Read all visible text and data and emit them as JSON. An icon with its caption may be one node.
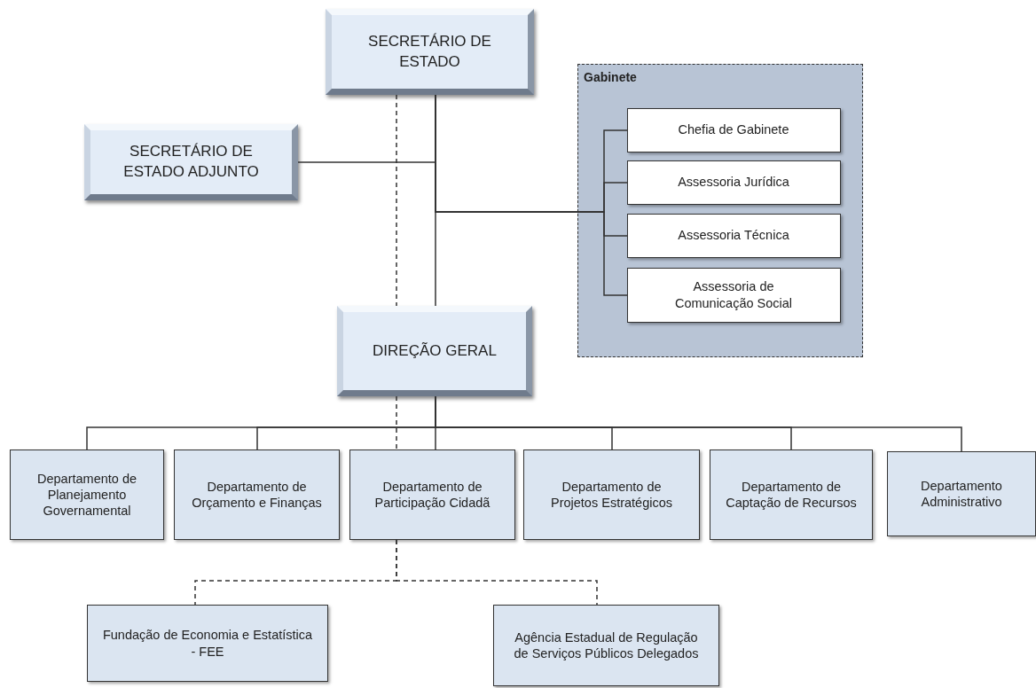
{
  "diagram": {
    "nodes": [
      {
        "text": [
          "SECRETÁRIO DE ESTADO"
        ]
      },
      {
        "text": [
          "SECRETÁRIO DE ESTADO ADJUNTO"
        ]
      },
      {
        "text": [
          "Gabinete"
        ]
      },
      {
        "text": [
          "Chefia de Gabinete"
        ],
        "in": 2
      },
      {
        "text": [
          "Assessoria Jurídica"
        ],
        "in": 2
      },
      {
        "text": [
          "Assessoria Técnica"
        ],
        "in": 2
      },
      {
        "text": [
          "Assessoria de Comunicação Social"
        ],
        "in": 2
      },
      {
        "text": [
          "DIREÇÃO GERAL"
        ]
      },
      {
        "text": [
          "Departamento de Planejamento Governamental"
        ]
      },
      {
        "text": [
          "Departamento de Orçamento e Finanças"
        ]
      },
      {
        "text": [
          "Departamento de Participação Cidadã"
        ]
      },
      {
        "text": [
          "Departamento de Projetos Estratégicos"
        ]
      },
      {
        "text": [
          "Departamento de Captação de Recursos"
        ]
      },
      {
        "text": [
          "Departamento Administrativo"
        ]
      },
      {
        "text": [
          "Fundação de Economia e Estatística - FEE"
        ]
      },
      {
        "text": [
          "Agência Estadual de Regulação de Serviços Públicos Delegados"
        ]
      }
    ],
    "edges": [
      {
        "from": 0,
        "to": 1,
        "arrow": "none"
      },
      {
        "from": 0,
        "to": 3,
        "arrow": "none"
      },
      {
        "from": 0,
        "to": 4,
        "arrow": "none"
      },
      {
        "from": 0,
        "to": 5,
        "arrow": "none"
      },
      {
        "from": 0,
        "to": 6,
        "arrow": "none"
      },
      {
        "from": 0,
        "to": 7,
        "arrow": "none"
      },
      {
        "from": 0,
        "to": 7,
        "arrow": "none",
        "style": "dashed"
      },
      {
        "from": 7,
        "to": 8,
        "arrow": "none"
      },
      {
        "from": 7,
        "to": 9,
        "arrow": "none"
      },
      {
        "from": 7,
        "to": 10,
        "arrow": "none"
      },
      {
        "from": 7,
        "to": 11,
        "arrow": "none"
      },
      {
        "from": 7,
        "to": 12,
        "arrow": "none"
      },
      {
        "from": 7,
        "to": 13,
        "arrow": "none"
      },
      {
        "from": 7,
        "to": 10,
        "arrow": "none",
        "style": "dashed"
      },
      {
        "from": 10,
        "to": 14,
        "arrow": "none",
        "style": "dashed"
      },
      {
        "from": 10,
        "to": 15,
        "arrow": "none",
        "style": "dashed"
      }
    ]
  }
}
